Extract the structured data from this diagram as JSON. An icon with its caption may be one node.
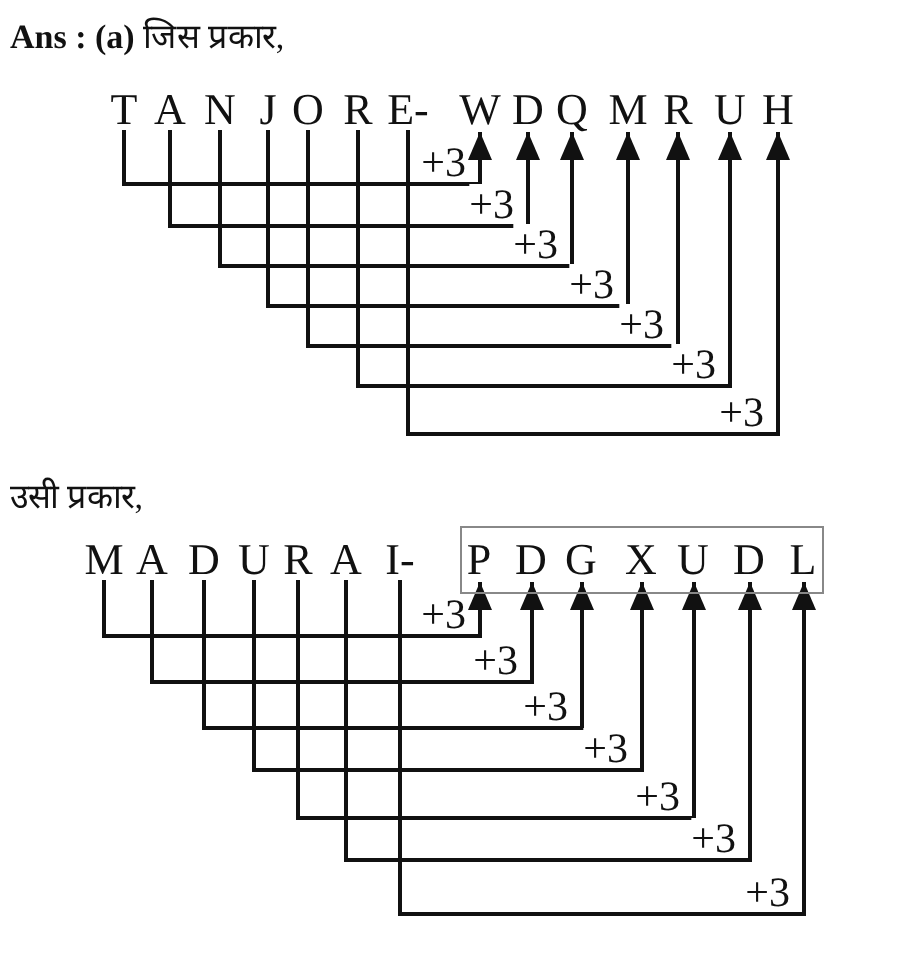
{
  "diagram": {
    "title": "**Ans : (a)** जिस प्रकार,",
    "nodes": [
      {
        "text": [
          "T"
        ]
      },
      {
        "text": [
          "A"
        ]
      },
      {
        "text": [
          "N"
        ]
      },
      {
        "text": [
          "J"
        ]
      },
      {
        "text": [
          "O"
        ]
      },
      {
        "text": [
          "R"
        ]
      },
      {
        "text": [
          "E-"
        ]
      },
      {
        "text": [
          "W"
        ]
      },
      {
        "text": [
          "D"
        ]
      },
      {
        "text": [
          "Q"
        ]
      },
      {
        "text": [
          "M"
        ]
      },
      {
        "text": [
          "R"
        ]
      },
      {
        "text": [
          "U"
        ]
      },
      {
        "text": [
          "H"
        ]
      },
      {
        "text": [
          "M"
        ]
      },
      {
        "text": [
          "A"
        ]
      },
      {
        "text": [
          "D"
        ]
      },
      {
        "text": [
          "U"
        ]
      },
      {
        "text": [
          "R"
        ]
      },
      {
        "text": [
          "A"
        ]
      },
      {
        "text": [
          "I-"
        ]
      },
      {
        "text": [],
        "shape": "box"
      },
      {
        "text": [
          "P"
        ],
        "in": 21
      },
      {
        "text": [
          "D"
        ],
        "in": 21
      },
      {
        "text": [
          "G"
        ],
        "in": 21
      },
      {
        "text": [
          "X"
        ],
        "in": 21
      },
      {
        "text": [
          "U"
        ],
        "in": 21
      },
      {
        "text": [
          "D"
        ],
        "in": 21
      },
      {
        "text": [
          "L"
        ],
        "in": 21
      }
    ],
    "edges": [
      {
        "from": 0,
        "to": 7,
        "arrow": "to",
        "label": "+3"
      },
      {
        "from": 1,
        "to": 8,
        "arrow": "to",
        "label": "+3"
      },
      {
        "from": 2,
        "to": 9,
        "arrow": "to",
        "label": "+3"
      },
      {
        "from": 3,
        "to": 10,
        "arrow": "to",
        "label": "+3"
      },
      {
        "from": 4,
        "to": 11,
        "arrow": "to",
        "label": "+3"
      },
      {
        "from": 5,
        "to": 12,
        "arrow": "to",
        "label": "+3"
      },
      {
        "from": 6,
        "to": 13,
        "arrow": "to",
        "label": "+3"
      },
      {
        "from": 14,
        "to": 22,
        "arrow": "to",
        "label": "+3"
      },
      {
        "from": 15,
        "to": 23,
        "arrow": "to",
        "label": "+3"
      },
      {
        "from": 16,
        "to": 24,
        "arrow": "to",
        "label": "+3"
      },
      {
        "from": 17,
        "to": 25,
        "arrow": "to",
        "label": "+3"
      },
      {
        "from": 18,
        "to": 26,
        "arrow": "to",
        "label": "+3"
      },
      {
        "from": 19,
        "to": 27,
        "arrow": "to",
        "label": "+3"
      },
      {
        "from": 20,
        "to": 28,
        "arrow": "to",
        "label": "+3"
      }
    ],
    "labels": [
      "उसी प्रकार,"
    ]
  }
}
